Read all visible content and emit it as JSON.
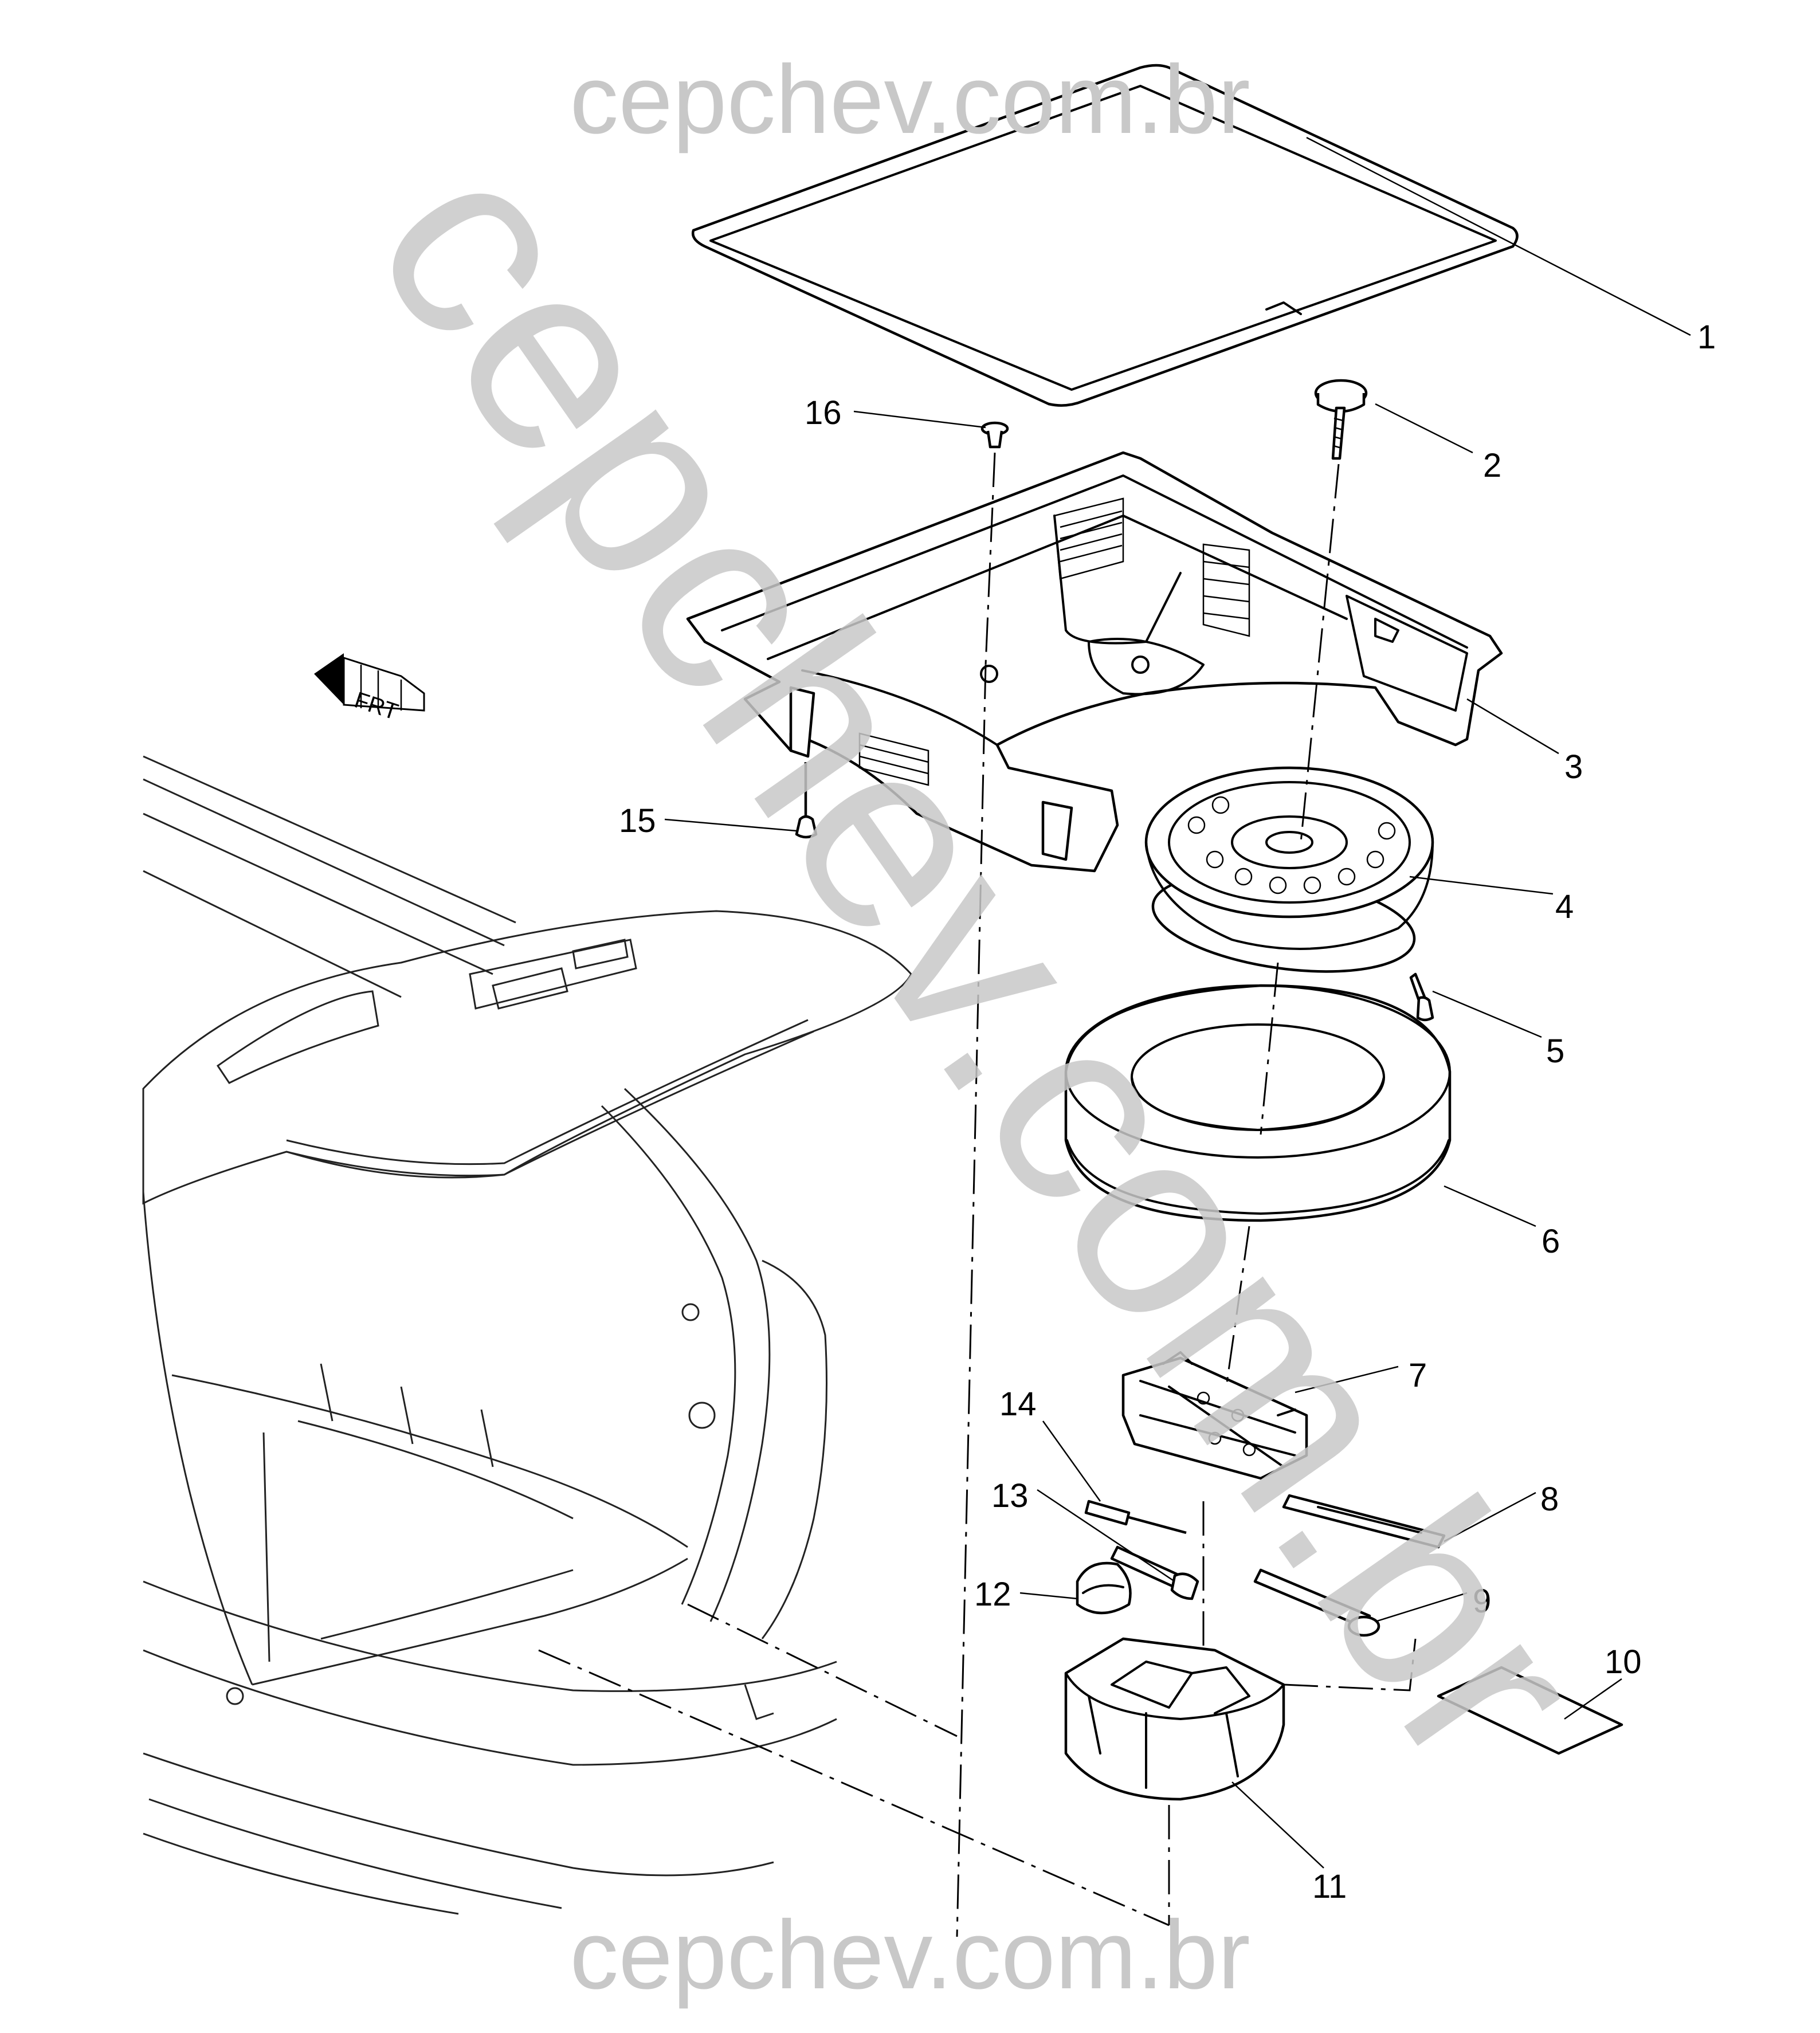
{
  "watermark": {
    "top": "cepchev.com.br",
    "bottom": "cepchev.com.br",
    "diagonal": "cepchev.com.br"
  },
  "orientation": {
    "label": "FRT"
  },
  "callouts": [
    {
      "id": "1",
      "label": "1"
    },
    {
      "id": "2",
      "label": "2"
    },
    {
      "id": "3",
      "label": "3"
    },
    {
      "id": "4",
      "label": "4"
    },
    {
      "id": "5",
      "label": "5"
    },
    {
      "id": "6",
      "label": "6"
    },
    {
      "id": "7",
      "label": "7"
    },
    {
      "id": "8",
      "label": "8"
    },
    {
      "id": "9",
      "label": "9"
    },
    {
      "id": "10",
      "label": "10"
    },
    {
      "id": "11",
      "label": "11"
    },
    {
      "id": "12",
      "label": "12"
    },
    {
      "id": "13",
      "label": "13"
    },
    {
      "id": "14",
      "label": "14"
    },
    {
      "id": "15",
      "label": "15"
    },
    {
      "id": "16",
      "label": "16"
    }
  ],
  "colors": {
    "watermark": "#c8c8c8",
    "line": "#000000",
    "background": "#ffffff"
  }
}
